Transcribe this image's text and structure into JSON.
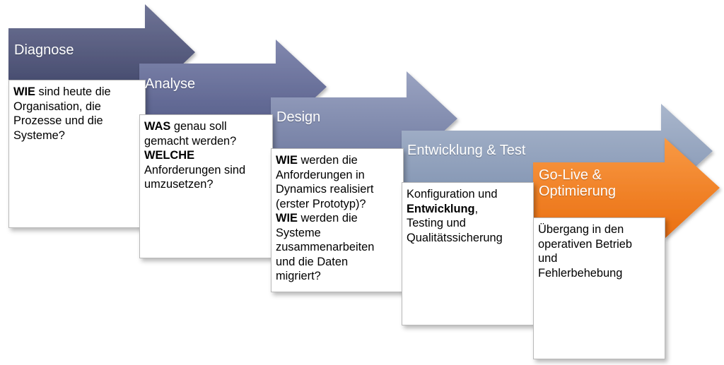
{
  "colors": {
    "diagnose": "#4a4f74",
    "analyse": "#5f6693",
    "design": "#7a84a9",
    "entwicklung": "#8b9bb7",
    "golive": "#f07d1e"
  },
  "phases": [
    {
      "title": "Diagnose",
      "lines": [
        [
          {
            "t": "WIE",
            "b": true
          },
          {
            "t": " sind heute die",
            "b": false
          }
        ],
        [
          {
            "t": "Organisation, die",
            "b": false
          }
        ],
        [
          {
            "t": "Prozesse und die",
            "b": false
          }
        ],
        [
          {
            "t": "Systeme?",
            "b": false
          }
        ]
      ]
    },
    {
      "title": "Analyse",
      "lines": [
        [
          {
            "t": "WAS",
            "b": true
          },
          {
            "t": " genau soll",
            "b": false
          }
        ],
        [
          {
            "t": "gemacht werden?",
            "b": false
          }
        ],
        [
          {
            "t": "WELCHE",
            "b": true
          }
        ],
        [
          {
            "t": "Anforderungen sind",
            "b": false
          }
        ],
        [
          {
            "t": "umzusetzen?",
            "b": false
          }
        ]
      ]
    },
    {
      "title": "Design",
      "lines": [
        [
          {
            "t": "WIE",
            "b": true
          },
          {
            "t": " werden die",
            "b": false
          }
        ],
        [
          {
            "t": "Anforderungen in",
            "b": false
          }
        ],
        [
          {
            "t": "Dynamics realisiert",
            "b": false
          }
        ],
        [
          {
            "t": "(erster Prototyp)?",
            "b": false
          }
        ],
        [
          {
            "t": "WIE",
            "b": true
          },
          {
            "t": " werden die",
            "b": false
          }
        ],
        [
          {
            "t": "Systeme",
            "b": false
          }
        ],
        [
          {
            "t": "zusammenarbeiten",
            "b": false
          }
        ],
        [
          {
            "t": "und die Daten",
            "b": false
          }
        ],
        [
          {
            "t": "migriert?",
            "b": false
          }
        ]
      ]
    },
    {
      "title": "Entwicklung & Test",
      "lines": [
        [
          {
            "t": "Konfiguration und",
            "b": false
          }
        ],
        [
          {
            "t": "Entwicklung",
            "b": true
          },
          {
            "t": ",",
            "b": false
          }
        ],
        [
          {
            "t": "Testing und",
            "b": false
          }
        ],
        [
          {
            "t": "Qualitätssicherung",
            "b": false
          }
        ]
      ]
    },
    {
      "title_lines": [
        "Go-Live &",
        "Optimierung"
      ],
      "lines": [
        [
          {
            "t": "Übergang in den",
            "b": false
          }
        ],
        [
          {
            "t": "operativen Betrieb",
            "b": false
          }
        ],
        [
          {
            "t": "und",
            "b": false
          }
        ],
        [
          {
            "t": "Fehlerbehebung",
            "b": false
          }
        ]
      ]
    }
  ]
}
